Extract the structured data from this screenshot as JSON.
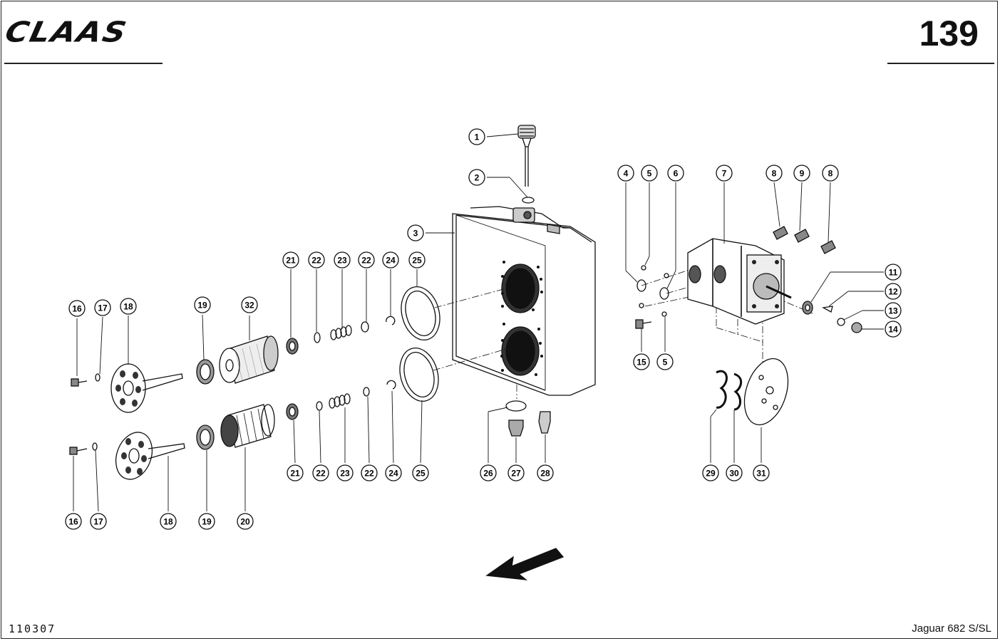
{
  "header": {
    "logo": "CLAAS",
    "page_number": "139"
  },
  "footer": {
    "document_number": "110307",
    "model": "Jaguar 682 S/SL"
  },
  "callouts": [
    "1",
    "2",
    "3",
    "4",
    "5",
    "6",
    "7",
    "8",
    "9",
    "8",
    "11",
    "12",
    "13",
    "14",
    "15",
    "5",
    "21",
    "22",
    "23",
    "22",
    "24",
    "25",
    "16",
    "17",
    "18",
    "19",
    "32",
    "21",
    "22",
    "23",
    "22",
    "24",
    "25",
    "26",
    "27",
    "28",
    "16",
    "17",
    "18",
    "19",
    "20",
    "29",
    "30",
    "31"
  ]
}
